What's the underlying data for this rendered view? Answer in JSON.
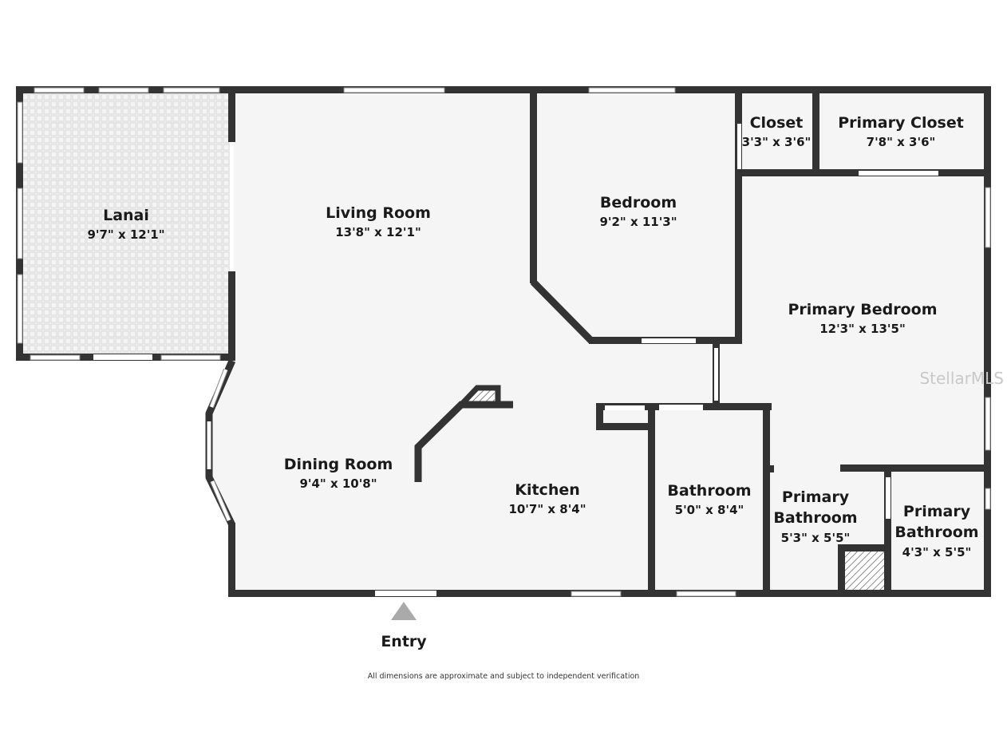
{
  "rooms": {
    "lanai": {
      "name": "Lanai",
      "dims": "9'7\" x 12'1\""
    },
    "living_room": {
      "name": "Living Room",
      "dims": "13'8\" x 12'1\""
    },
    "bedroom": {
      "name": "Bedroom",
      "dims": "9'2\" x 11'3\""
    },
    "closet": {
      "name": "Closet",
      "dims": "3'3\" x 3'6\""
    },
    "primary_closet": {
      "name": "Primary Closet",
      "dims": "7'8\" x 3'6\""
    },
    "primary_bedroom": {
      "name": "Primary Bedroom",
      "dims": "12'3\" x 13'5\""
    },
    "dining_room": {
      "name": "Dining Room",
      "dims": "9'4\" x 10'8\""
    },
    "kitchen": {
      "name": "Kitchen",
      "dims": "10'7\" x 8'4\""
    },
    "bathroom": {
      "name": "Bathroom",
      "dims": "5'0\" x 8'4\""
    },
    "primary_bathroom_1": {
      "name_line1": "Primary",
      "name_line2": "Bathroom",
      "dims": "5'3\" x 5'5\""
    },
    "primary_bathroom_2": {
      "name_line1": "Primary",
      "name_line2": "Bathroom",
      "dims": "4'3\" x 5'5\""
    }
  },
  "entry": {
    "label": "Entry"
  },
  "disclaimer": "All dimensions are approximate and subject to independent verification",
  "watermark": "StellarMLS",
  "colors": {
    "wall": "#333333",
    "floor": "#f5f5f5",
    "window": "#ffffff",
    "arrow": "#aaaaaa"
  }
}
